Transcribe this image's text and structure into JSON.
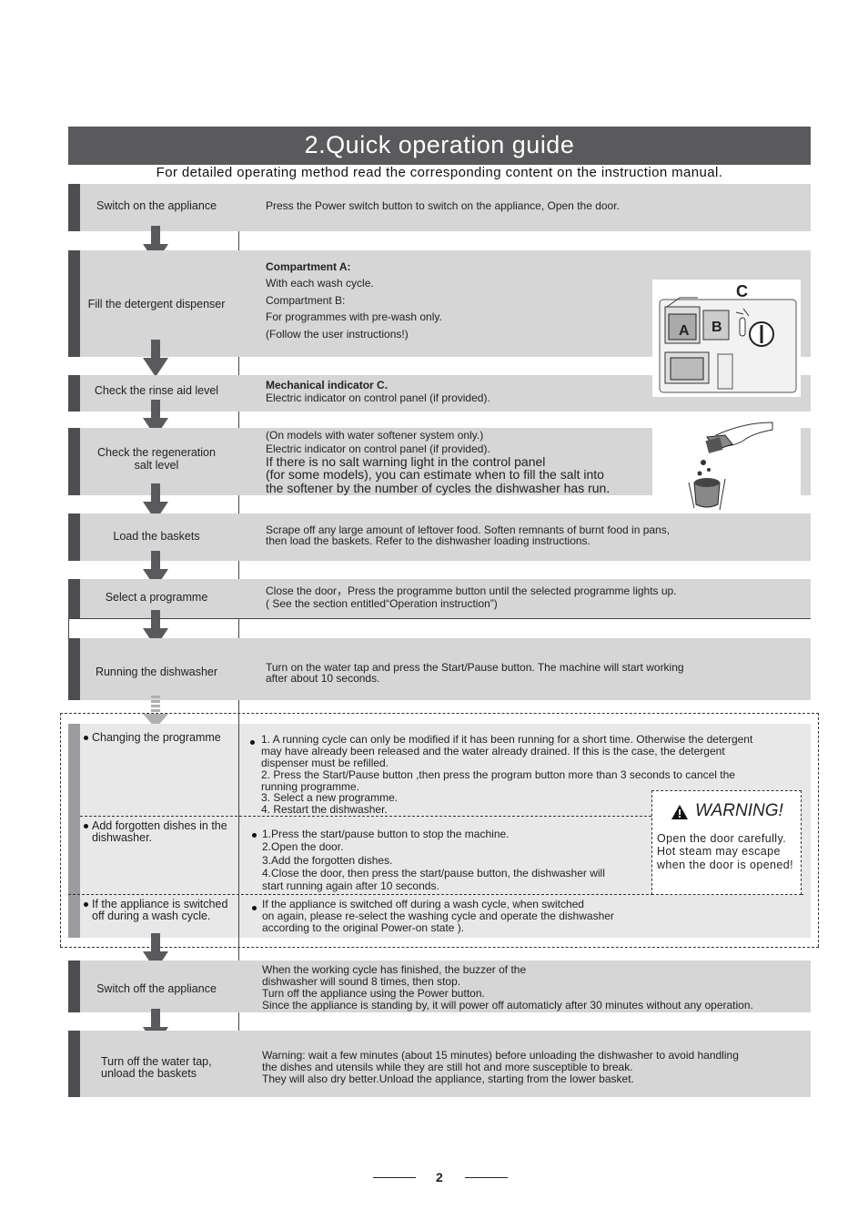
{
  "header": {
    "title": "2.Quick operation guide",
    "subtitle": "For detailed operating method read the corresponding content on the instruction manual."
  },
  "steps": [
    {
      "label": "Switch on the appliance",
      "text": "Press the Power switch button to switch on the appliance, Open the door."
    },
    {
      "label": "Fill the detergent dispenser",
      "comp_a": "Compartment   A:",
      "comp_a_text": "With each wash cycle.",
      "comp_b": "Compartment   B:",
      "comp_b_text": "For programmes with pre-wash only.",
      "note": "(Follow the user instructions!)",
      "figure_labels": {
        "c": "C",
        "a": "A",
        "b": "B"
      }
    },
    {
      "label": "Check the rinse aid level",
      "title": "Mechanical indicator  C.",
      "text": "Electric indicator on control panel (if provided)."
    },
    {
      "label1": "Check the regeneration",
      "label2": "salt level",
      "line1": "(On models with water softener system only.)",
      "line2": "Electric indicator on control panel (if provided).",
      "line3": "If there is no salt warning light in the control panel",
      "line4": "(for some models), you can estimate when to fill the salt into",
      "line5": "the softener by the number of cycles the dishwasher has run."
    },
    {
      "label": "Load the baskets",
      "line1": "Scrape off any large amount of leftover food. Soften remnants of burnt food in pans,",
      "line2": "then load the baskets. Refer to the dishwasher loading instructions."
    },
    {
      "label": "Select a programme",
      "line1": "Close the door，Press the programme button until  the selected programme lights up.",
      "line2": "( See the  section entitled“Operation instruction”)"
    },
    {
      "label": "Running the dishwasher",
      "line1": "Turn on the water tap and  press the Start/Pause button. The machine will start working",
      "line2": "after about 10 seconds."
    }
  ],
  "optional": [
    {
      "label": "Changing the programme",
      "lines": [
        "1. A running cycle can only be modified if it has been running for a short time. Otherwise the detergent",
        "may have already been released and the water already drained. If this is the case, the detergent",
        "dispenser must be refilled.",
        "2. Press the Start/Pause button ,then press the program button  more than 3 seconds to cancel the",
        "running programme.",
        "3. Select a new programme.",
        "4. Restart the dishwasher."
      ]
    },
    {
      "label1": "Add forgotten dishes in the",
      "label2": "dishwasher.",
      "lines": [
        "1.Press the start/pause button to stop the machine.",
        "2.Open the door.",
        "3.Add the forgotten dishes.",
        "4.Close the door, then press the  start/pause button, the dishwasher will",
        "start running again  after  10  seconds."
      ]
    },
    {
      "label1": "If the appliance is switched",
      "label2": "off during a wash cycle.",
      "lines": [
        "If the appliance is switched off during a wash cycle, when switched",
        "on again, please re-select the washing cycle and operate the dishwasher",
        "according to the original Power-on state )."
      ]
    }
  ],
  "warning": {
    "title": "WARNING!",
    "lines": [
      "Open the door carefully.",
      "Hot steam may escape",
      "when the door is opened!"
    ]
  },
  "final_steps": [
    {
      "label": "Switch off the appliance",
      "lines": [
        "When the working cycle has finished, the buzzer of  the",
        "dishwasher will sound 8 times, then stop.",
        "Turn off the appliance using the Power button.",
        "Since the appliance is standing by, it will power off automaticly after 30 minutes without any operation."
      ]
    },
    {
      "label1": "Turn off the water tap,",
      "label2": "unload the baskets",
      "lines": [
        "Warning: wait a few minutes (about 15 minutes) before unloading the dishwasher to avoid handling",
        "the dishes and utensils while they are still hot and more susceptible to break.",
        "They will also dry better.Unload the appliance, starting from the lower basket."
      ]
    }
  ],
  "page_number": "2",
  "colors": {
    "title_bar": "#5a5a5c",
    "band": "#d6d6d6",
    "accent": "#4e4e50",
    "arrow": "#5a5a5c"
  }
}
